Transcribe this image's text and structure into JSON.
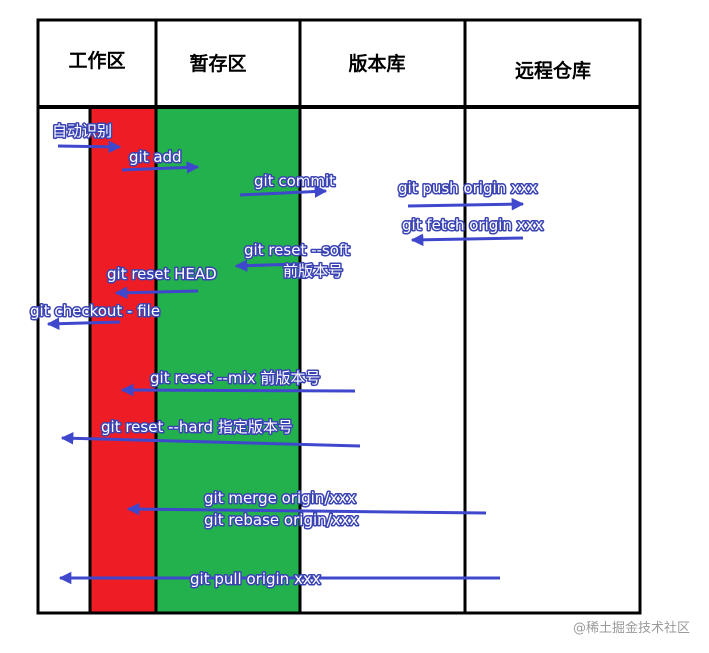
{
  "columns": [
    {
      "key": "workspace",
      "label": "工作区"
    },
    {
      "key": "staging",
      "label": "暂存区"
    },
    {
      "key": "repository",
      "label": "版本库"
    },
    {
      "key": "remote",
      "label": "远程仓库"
    }
  ],
  "colors": {
    "workspace_fill": "#ee1c25",
    "staging_fill": "#22b14c",
    "arrow": "#3f48cc",
    "border": "#000000",
    "label_outline": "#3a43b4"
  },
  "arrows": [
    {
      "id": "auto-detect",
      "label": "自动识别",
      "direction": "right"
    },
    {
      "id": "git-add",
      "label": "git add",
      "direction": "right"
    },
    {
      "id": "git-commit",
      "label": "git commit",
      "direction": "right"
    },
    {
      "id": "git-push",
      "label": "git push origin xxx",
      "direction": "right"
    },
    {
      "id": "git-fetch",
      "label": "git fetch origin xxx",
      "direction": "left"
    },
    {
      "id": "git-reset-soft",
      "label": "git reset --soft",
      "label2": "前版本号",
      "direction": "left"
    },
    {
      "id": "git-reset-head",
      "label": "git reset HEAD",
      "direction": "left"
    },
    {
      "id": "git-checkout",
      "label": "git checkout - file",
      "direction": "left"
    },
    {
      "id": "git-reset-mix",
      "label": "git  reset --mix 前版本号",
      "direction": "left"
    },
    {
      "id": "git-reset-hard",
      "label": "git reset --hard 指定版本号",
      "direction": "left"
    },
    {
      "id": "git-merge-rebase",
      "label": "git merge origin/xxx",
      "label2": "git rebase origin/xxx",
      "direction": "left"
    },
    {
      "id": "git-pull",
      "label": "git pull origin xxx",
      "direction": "left"
    }
  ],
  "watermark": "@稀土掘金技术社区"
}
